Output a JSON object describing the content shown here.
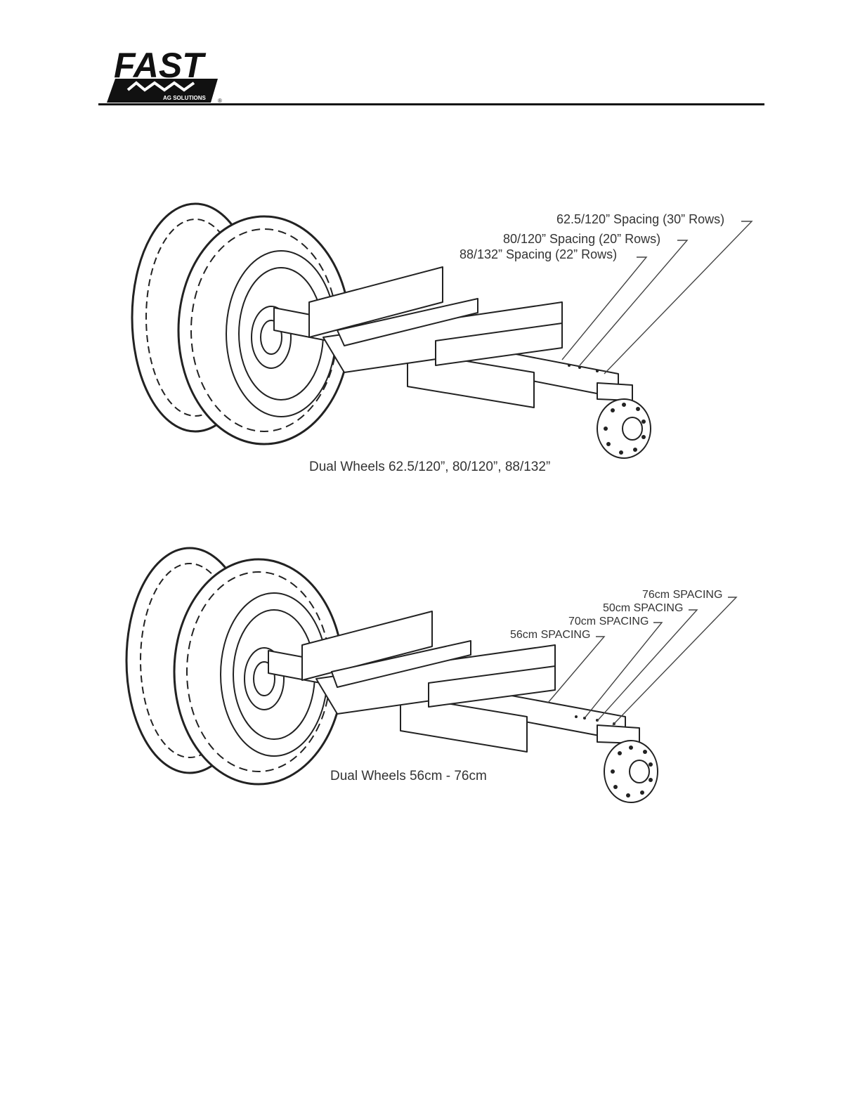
{
  "header": {
    "logo_text": "FAST",
    "logo_subtext": "AG SOLUTIONS",
    "logo_mark": "®",
    "colors": {
      "ink": "#111111",
      "line": "#222222"
    }
  },
  "figures": [
    {
      "callouts": [
        "62.5/120” Spacing (30” Rows)",
        "80/120” Spacing (20” Rows)",
        "88/132” Spacing (22” Rows)"
      ],
      "caption": "Dual Wheels 62.5/120”, 80/120”, 88/132”"
    },
    {
      "callouts": [
        "76cm SPACING",
        "50cm SPACING",
        "70cm SPACING",
        "56cm SPACING"
      ],
      "caption": "Dual Wheels 56cm - 76cm"
    }
  ]
}
